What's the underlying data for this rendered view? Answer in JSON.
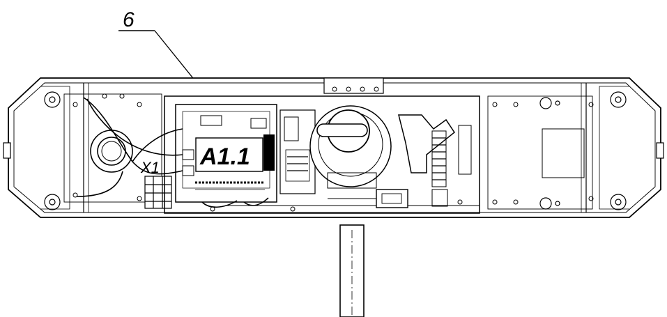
{
  "labels": {
    "callout": "6",
    "board": "A1.1",
    "terminal": "X1"
  },
  "colors": {
    "line": "#000000",
    "background": "#ffffff",
    "board_label_bg": "#ffffff"
  }
}
